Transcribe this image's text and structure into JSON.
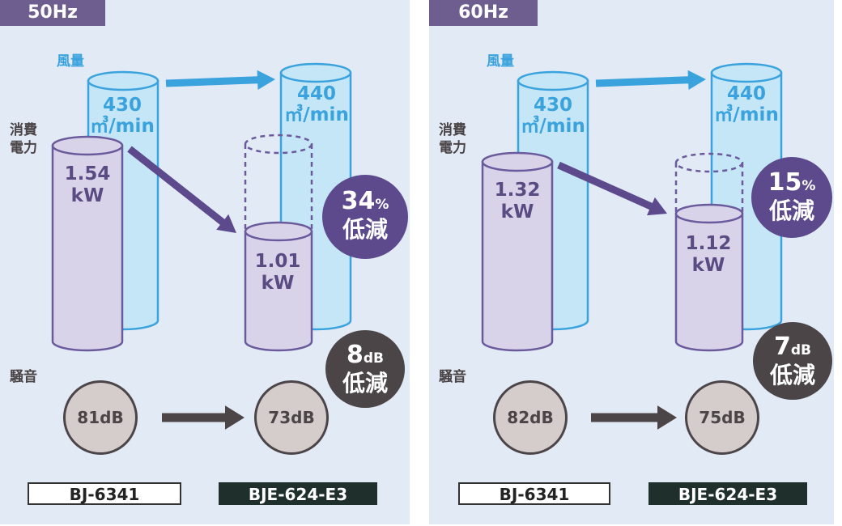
{
  "panels": [
    {
      "freq": "50Hz",
      "airflow_label": "風量",
      "power_label": "消費\n電力",
      "noise_label": "騒音",
      "airflow_before": "430",
      "airflow_after": "440",
      "airflow_unit": "㎥/min",
      "power_before": "1.54",
      "power_after": "1.01",
      "power_unit": "kW",
      "power_reduction": "34",
      "percent": "%",
      "reduction_word": "低減",
      "noise_before": "81dB",
      "noise_after": "73dB",
      "noise_reduction_num": "8",
      "noise_reduction_unit": "dB",
      "model_before": "BJ-6341",
      "model_after": "BJE-624-E3"
    },
    {
      "freq": "60Hz",
      "airflow_label": "風量",
      "power_label": "消費\n電力",
      "noise_label": "騒音",
      "airflow_before": "430",
      "airflow_after": "440",
      "airflow_unit": "㎥/min",
      "power_before": "1.32",
      "power_after": "1.12",
      "power_unit": "kW",
      "power_reduction": "15",
      "percent": "%",
      "reduction_word": "低減",
      "noise_before": "82dB",
      "noise_after": "75dB",
      "noise_reduction_num": "7",
      "noise_reduction_unit": "dB",
      "model_before": "BJ-6341",
      "model_after": "BJE-624-E3"
    }
  ],
  "colors": {
    "panel_bg": "#e2eaf5",
    "tab": "#6e5e8f",
    "cyan": "#3aa3de",
    "cyan_fill": "#c4e6f7",
    "purple": "#6a5a9c",
    "purple_fill": "#d9d3ea",
    "badge_purple": "#5c4a8c",
    "badge_dark": "#4b4547",
    "noise_fill": "#d4cdcc",
    "model_dark": "#1f2f2b"
  }
}
